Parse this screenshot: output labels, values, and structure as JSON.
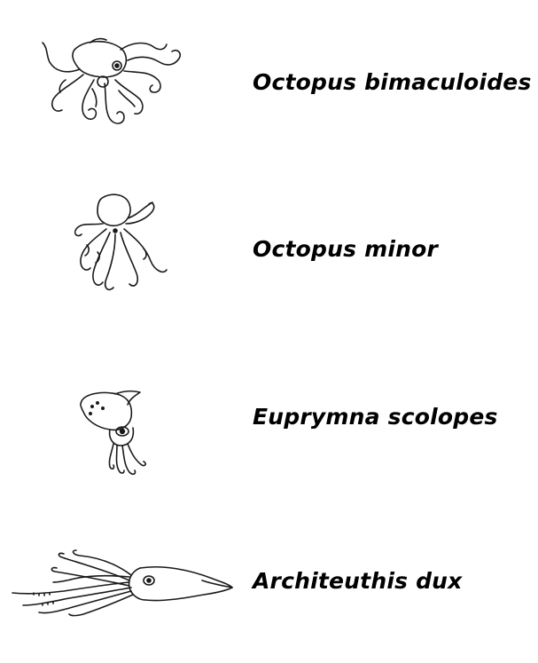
{
  "species": [
    {
      "name": "Octopus bimaculoides",
      "icon": "octopus-illustration"
    },
    {
      "name": "Octopus minor",
      "icon": "octopus-illustration"
    },
    {
      "name": "Euprymna scolopes",
      "icon": "bobtail-squid-illustration"
    },
    {
      "name": "Architeuthis dux",
      "icon": "giant-squid-illustration"
    }
  ]
}
